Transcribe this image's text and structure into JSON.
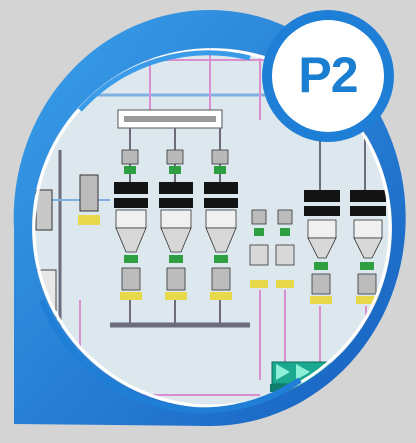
{
  "badge": {
    "label": "P2"
  },
  "colors": {
    "background": "#d4d4d4",
    "frame_blue": "#1f7fd6",
    "frame_light": "#3a9be8",
    "badge_fill": "#ffffff",
    "badge_text": "#1a7fd0",
    "scada_bg": "#dde8ee",
    "pipe_pink": "#d98fcf",
    "pipe_grey": "#6c6c7c",
    "pipe_blue": "#7fb0e0",
    "hopper_black": "#141414",
    "valve_green": "#2ea043",
    "panel_yellow": "#e8d94a",
    "machine_teal": "#1aa88f",
    "accent_blue": "#1244c8"
  },
  "graphic": {
    "description": "process-flow-diagram-thumbnail",
    "hopper_count": 5,
    "conveyor_count": 1
  }
}
